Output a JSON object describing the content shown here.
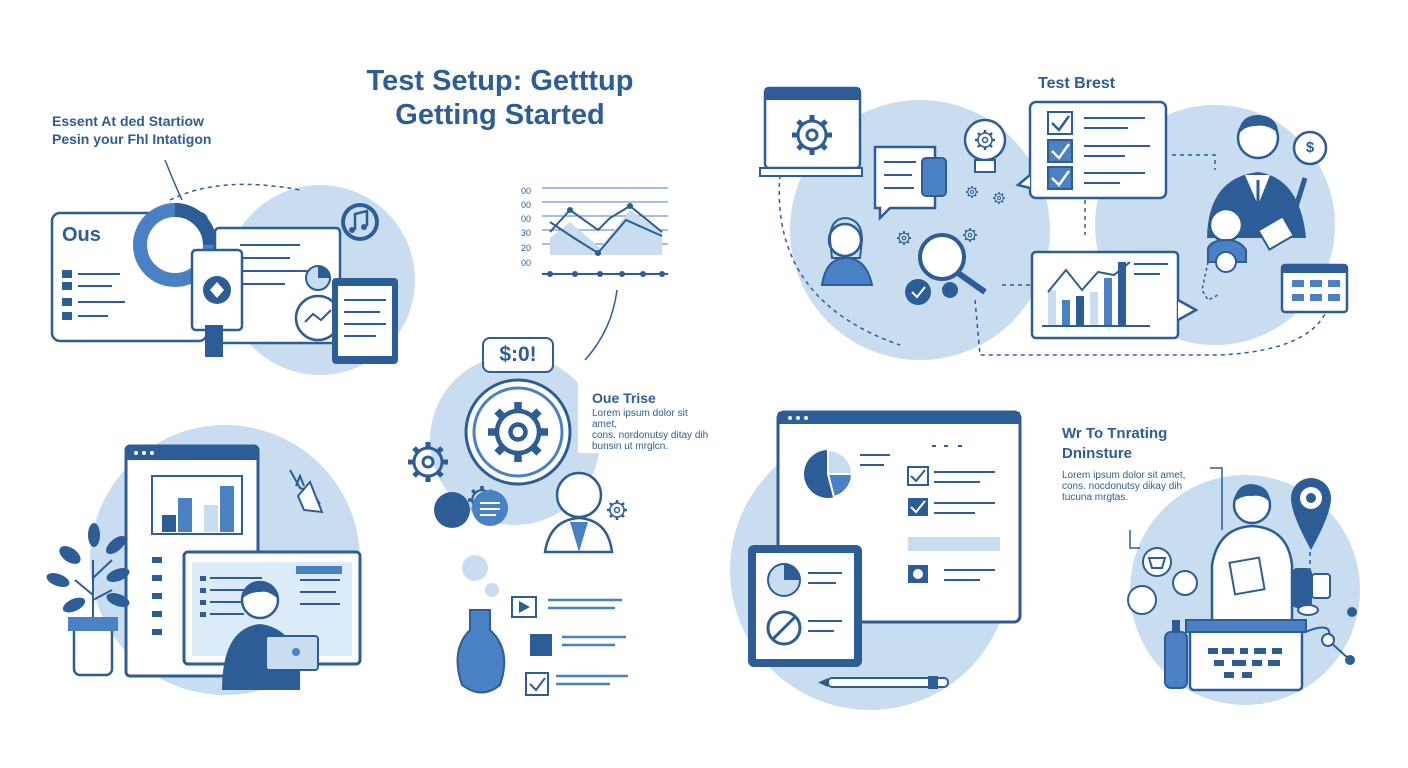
{
  "title_lines": [
    "Test Setup: Getttup",
    "Getting Started"
  ],
  "top_left": {
    "heading_lines": [
      "Essent At ded Startiow",
      "Pesin your Fhl Intatigon"
    ],
    "card_label": "Ous"
  },
  "top_right": {
    "label": "Test Brest",
    "dollar_badge": "$"
  },
  "center": {
    "axis_ticks": [
      "00",
      "00",
      "00",
      "30",
      "20",
      "00"
    ],
    "price_bubble": "$:0!",
    "heading": "Oue Trise",
    "body_lines": [
      "Lorem ipsum dolor sit amet,",
      "cons. nordonutsy ditay dih",
      "bunsin ut mrglcn."
    ]
  },
  "bottom_right": {
    "heading_lines": [
      "Wr To Tnrating",
      "Dninsture"
    ],
    "body_lines": [
      "Lorem ipsum dolor sit amet,",
      "cons. nocdonutsy dikay dih",
      "tucuna mrgtas."
    ]
  },
  "colors": {
    "primary": "#2d5d96",
    "mid": "#4a80c4",
    "light": "#c9ddf1",
    "pale": "#dcebf8",
    "background": "#ffffff"
  },
  "icons": [
    "gear-icon",
    "music-note-icon",
    "lightbulb-icon",
    "magnifier-icon",
    "dollar-icon",
    "checkbox-icon",
    "plant-icon",
    "flask-icon",
    "location-pin-icon",
    "pie-chart-icon",
    "bar-chart-icon",
    "line-chart-icon",
    "person-icon",
    "laptop-icon",
    "speech-bubble-icon",
    "pen-icon"
  ]
}
